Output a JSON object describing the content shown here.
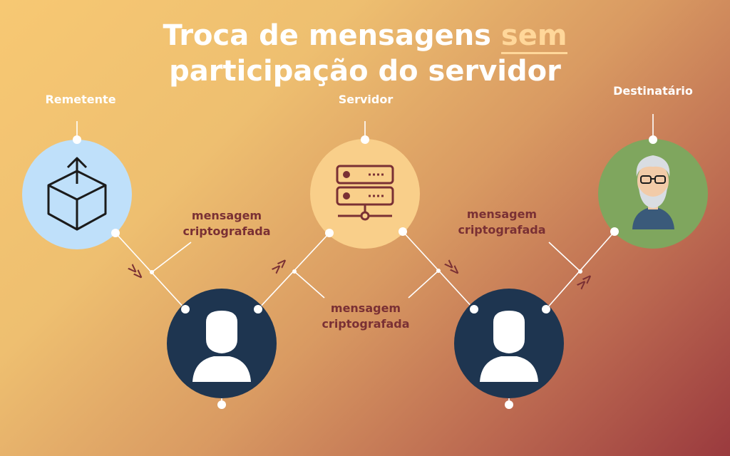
{
  "title": {
    "line1_prefix": "Troca de mensagens ",
    "line1_highlight": "sem",
    "line2": "participação do servidor"
  },
  "roles": {
    "sender": "Remetente",
    "server": "Servidor",
    "recipient": "Destinatário"
  },
  "edge_labels": {
    "top_left": "mensagem\ncriptografada",
    "middle": "mensagem\ncriptografada",
    "top_right": "mensagem\ncriptografada"
  },
  "arrow_glyphs": {
    "a1": ">>",
    "a2": ">>",
    "a3": ">>",
    "a4": ">>"
  },
  "colors": {
    "node_sender": "#bfe0fa",
    "node_server": "#f9cf8a",
    "node_recipient": "#7fa65e",
    "node_intermediary": "#1e3550",
    "label": "#7a3034"
  },
  "icons": {
    "sender": "box-upload-icon",
    "server": "server-rack-icon",
    "recipient": "elderly-man-avatar-icon",
    "intermediary": "user-silhouette-icon"
  }
}
